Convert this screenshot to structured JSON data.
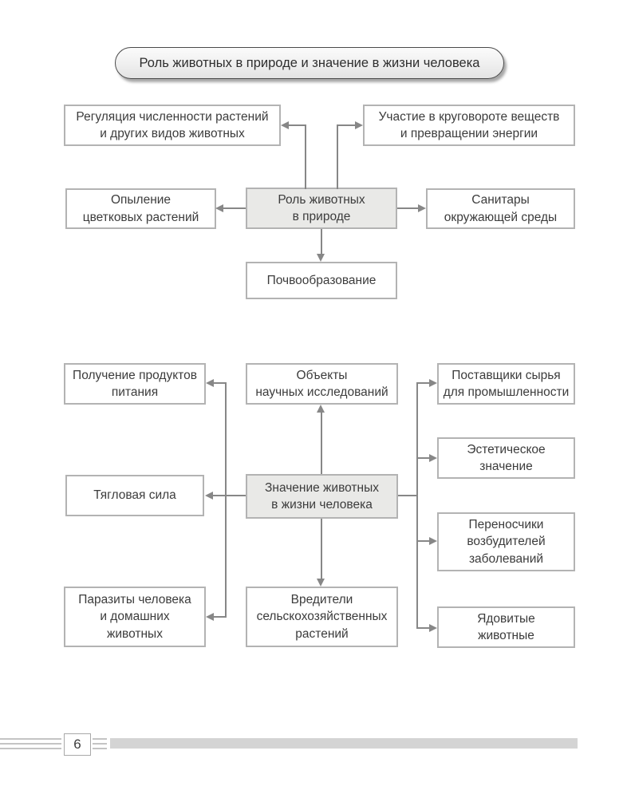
{
  "title": "Роль животных в природе и значение в жизни человека",
  "diagram_nature": {
    "center": "Роль животных\nв природе",
    "regulation": "Регуляция численности растений\nи других видов животных",
    "cycle": "Участие в круговороте веществ\nи превращении энергии",
    "pollination": "Опыление\nцветковых растений",
    "sanitation": "Санитары\nокружающей среды",
    "soil": "Почвообразование"
  },
  "diagram_human": {
    "center": "Значение животных\nв жизни человека",
    "food": "Получение продуктов\nпитания",
    "research": "Объекты\nнаучных исследований",
    "raw_materials": "Поставщики сырья\nдля промышленности",
    "draft_power": "Тягловая сила",
    "aesthetic": "Эстетическое\nзначение",
    "disease_vectors": "Переносчики\nвозбудителей\nзаболеваний",
    "parasites": "Паразиты человека\nи домашних\nживотных",
    "crop_pests": "Вредители\nсельскохозяйственных\nрастений",
    "poisonous": "Ядовитые\nживотные"
  },
  "footer": {
    "page_number": "6"
  }
}
